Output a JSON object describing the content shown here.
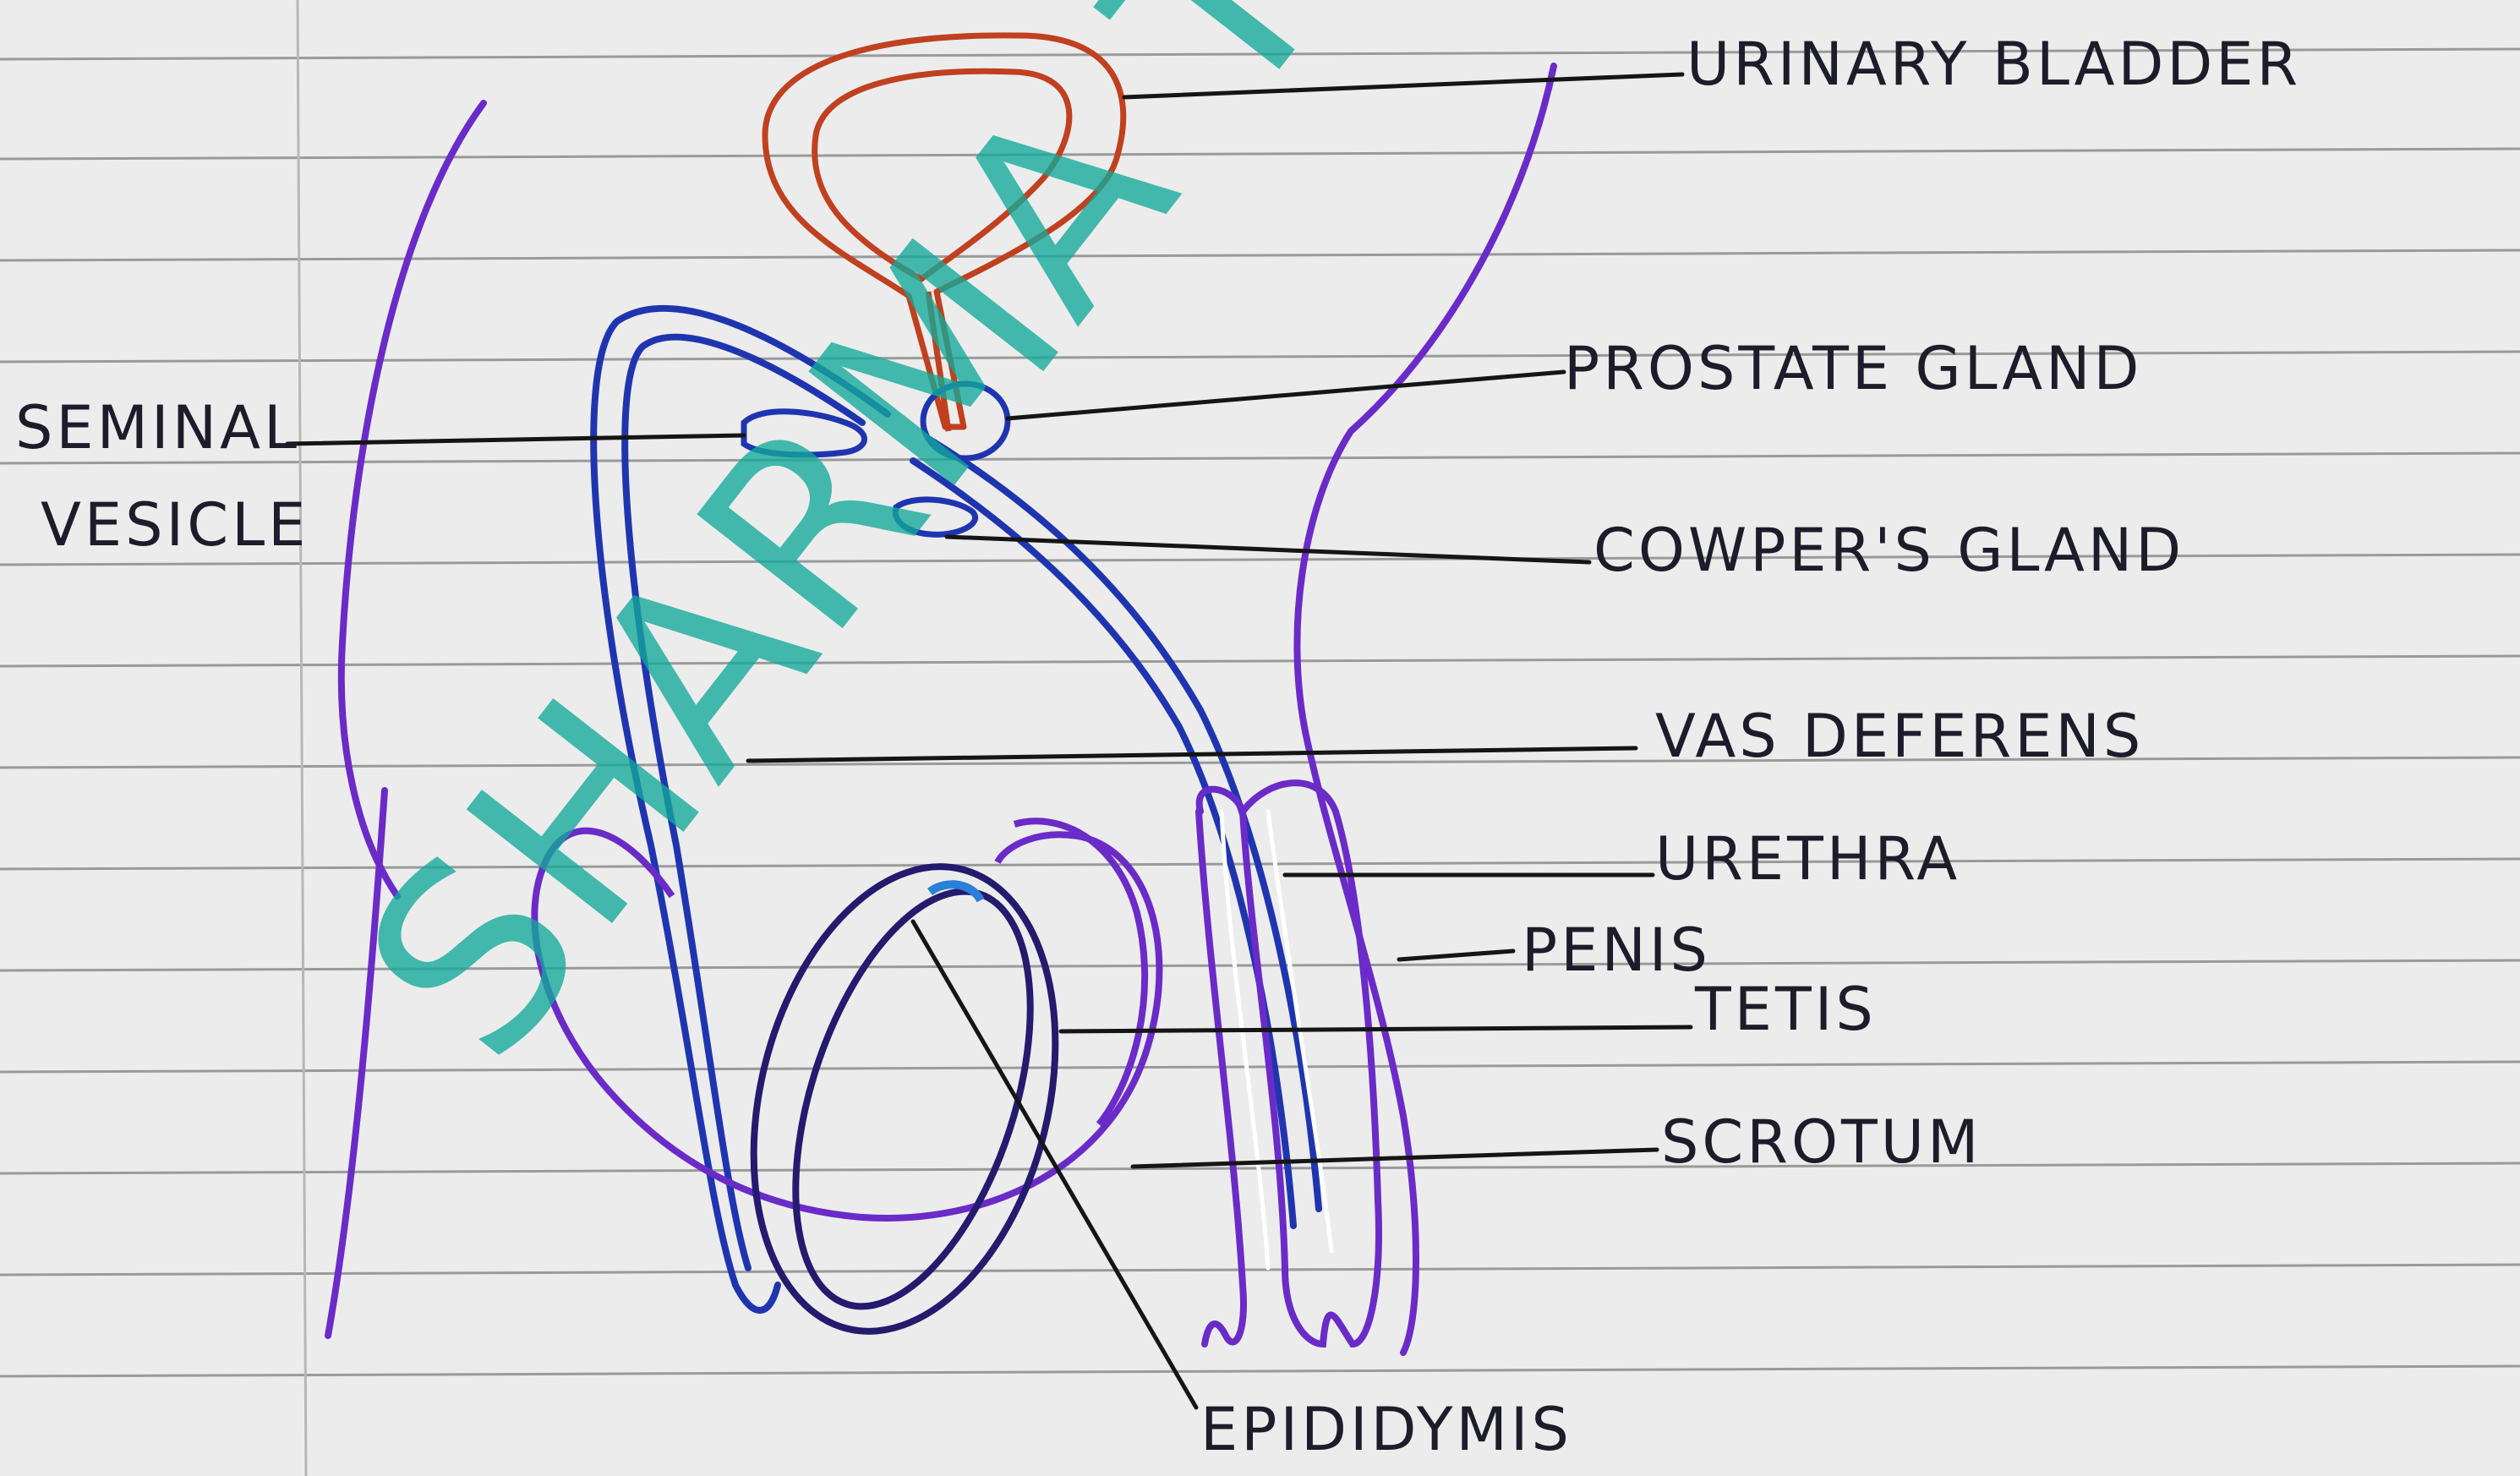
{
  "watermark": "SHARMA TUTO",
  "labels": {
    "urinary_bladder": "URINARY BLADDER",
    "prostate_gland": "PROSTATE GLAND",
    "seminal_vesicle_line1": "SEMINAL",
    "seminal_vesicle_line2": "VESICLE",
    "cowpers_gland": "COWPER'S GLAND",
    "vas_deferens": "VAS DEFERENS",
    "urethra": "URETHRA",
    "penis": "PENIS",
    "testis": "TETIS",
    "scrotum": "SCROTUM",
    "epididymis": "EPIDIDYMIS"
  },
  "colors": {
    "paper": "#ececec",
    "ruling": "#9a9a9a",
    "bladder": "#c0401f",
    "duct_blue": "#1f35b0",
    "outline_purple": "#6a2bc8",
    "testis_navy": "#241a6e",
    "watermark": "#12a99a",
    "ink": "#151515"
  }
}
